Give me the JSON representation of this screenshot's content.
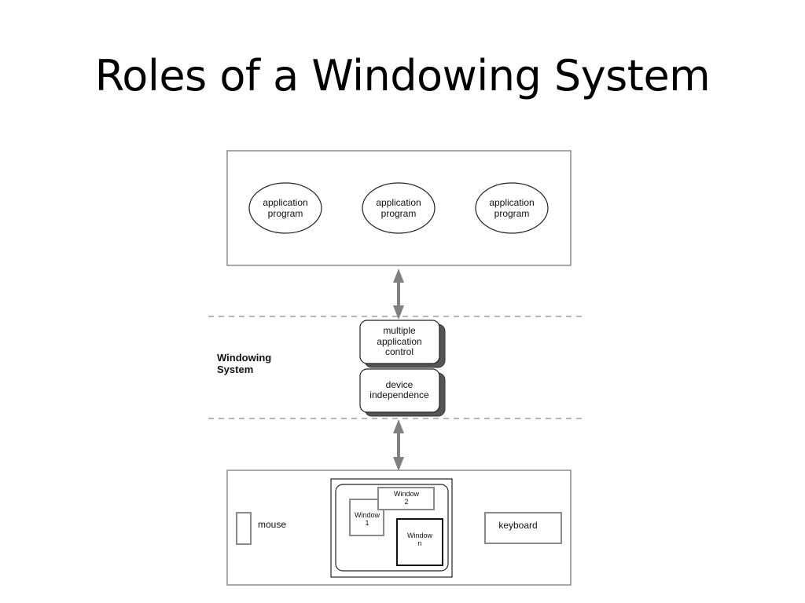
{
  "slide": {
    "title": "Roles of a Windowing System"
  },
  "diagram": {
    "applications": [
      {
        "line1": "application",
        "line2": "program"
      },
      {
        "line1": "application",
        "line2": "program"
      },
      {
        "line1": "application",
        "line2": "program"
      }
    ],
    "windowing_system": {
      "label_line1": "Windowing",
      "label_line2": "System",
      "roles": [
        {
          "lines": [
            "multiple",
            "application",
            "control"
          ]
        },
        {
          "lines": [
            "device",
            "independence"
          ]
        }
      ]
    },
    "devices": {
      "mouse": "mouse",
      "keyboard": "keyboard",
      "windows": [
        {
          "line1": "Window",
          "line2": "2"
        },
        {
          "line1": "Window",
          "line2": "1"
        },
        {
          "line1": "Window",
          "line2": "n"
        }
      ]
    }
  }
}
